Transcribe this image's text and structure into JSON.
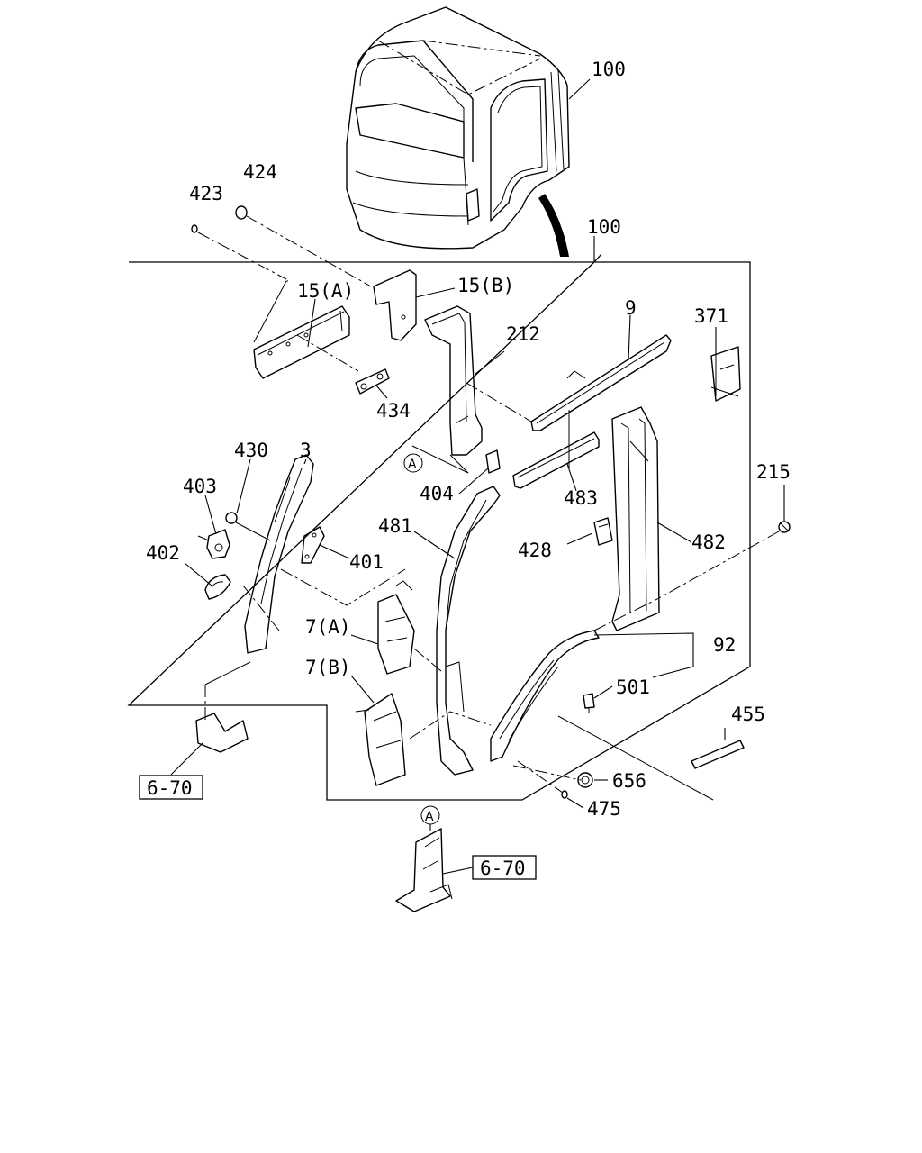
{
  "labels": {
    "l100_top": "100",
    "l100_frame": "100",
    "l424": "424",
    "l423": "423",
    "l15a": "15(A)",
    "l15b": "15(B)",
    "l212": "212",
    "l9": "9",
    "l371": "371",
    "l434": "434",
    "l430": "430",
    "l3": "3",
    "l403": "403",
    "l402": "402",
    "l401": "401",
    "l404": "404",
    "l481": "481",
    "l483": "483",
    "l482": "482",
    "l428": "428",
    "l215": "215",
    "l7a": "7(A)",
    "l7b": "7(B)",
    "l92": "92",
    "l501": "501",
    "l455": "455",
    "l656": "656",
    "l475": "475",
    "ref_6_70_left": "6-70",
    "ref_6_70_right": "6-70",
    "callout_a1": "A",
    "callout_a2": "A"
  }
}
